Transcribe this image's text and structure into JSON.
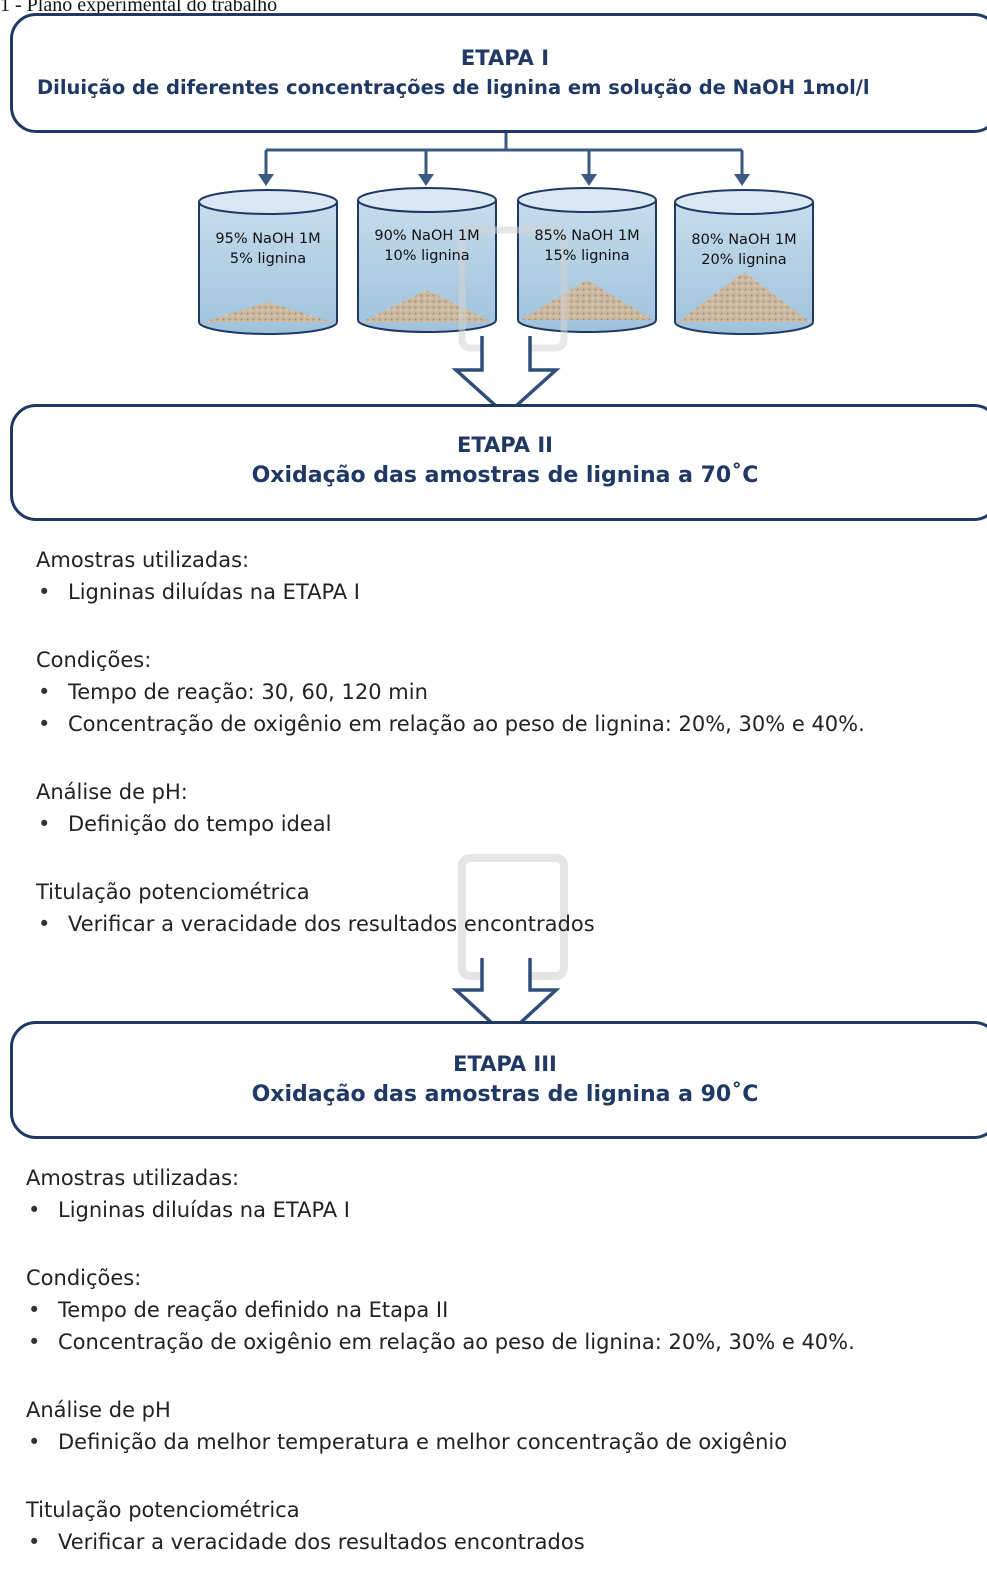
{
  "caption": "1 - Plano experimental do trabalho",
  "etapa1": {
    "title": "ETAPA I",
    "subtitle": "Diluição de diferentes concentrações de lignina em solução de NaOH 1mol/l"
  },
  "beakers": [
    {
      "line1": "95% NaOH 1M",
      "line2": "5% lignina"
    },
    {
      "line1": "90% NaOH 1M",
      "line2": "10% lignina"
    },
    {
      "line1": "85% NaOH 1M",
      "line2": "15% lignina"
    },
    {
      "line1": "80% NaOH 1M",
      "line2": "20% lignina"
    }
  ],
  "etapa2": {
    "title": "ETAPA II",
    "subtitle": "Oxidação das amostras de lignina a 70˚C",
    "sections": [
      {
        "heading": "Amostras utilizadas:",
        "items": [
          "Ligninas diluídas na ETAPA I"
        ]
      },
      {
        "heading": "Condições:",
        "items": [
          "Tempo de reação: 30, 60, 120 min",
          "Concentração de oxigênio em relação ao peso de lignina: 20%, 30% e 40%."
        ]
      },
      {
        "heading": "Análise de pH:",
        "items": [
          "Definição do tempo ideal"
        ]
      },
      {
        "heading": "Titulação potenciométrica",
        "items": [
          "Verificar a veracidade dos resultados encontrados"
        ]
      }
    ]
  },
  "etapa3": {
    "title": "ETAPA III",
    "subtitle": "Oxidação das amostras de lignina a 90˚C",
    "sections": [
      {
        "heading": "Amostras utilizadas:",
        "items": [
          "Ligninas diluídas na ETAPA I"
        ]
      },
      {
        "heading": "Condições:",
        "items": [
          "Tempo de reação definido na Etapa II",
          "Concentração de oxigênio em relação ao peso de lignina: 20%, 30% e 40%."
        ]
      },
      {
        "heading": "Análise de pH",
        "items": [
          "Definição da melhor temperatura e melhor concentração de oxigênio"
        ]
      },
      {
        "heading": "Titulação potenciométrica",
        "items": [
          "Verificar a veracidade dos resultados encontrados"
        ]
      }
    ]
  },
  "colors": {
    "accent": "#1f3864",
    "arrow": "#2f4f7a",
    "beaker": "#b7d3e6",
    "beaker_stroke": "#1f3864",
    "lignin": "#c8b59b"
  }
}
